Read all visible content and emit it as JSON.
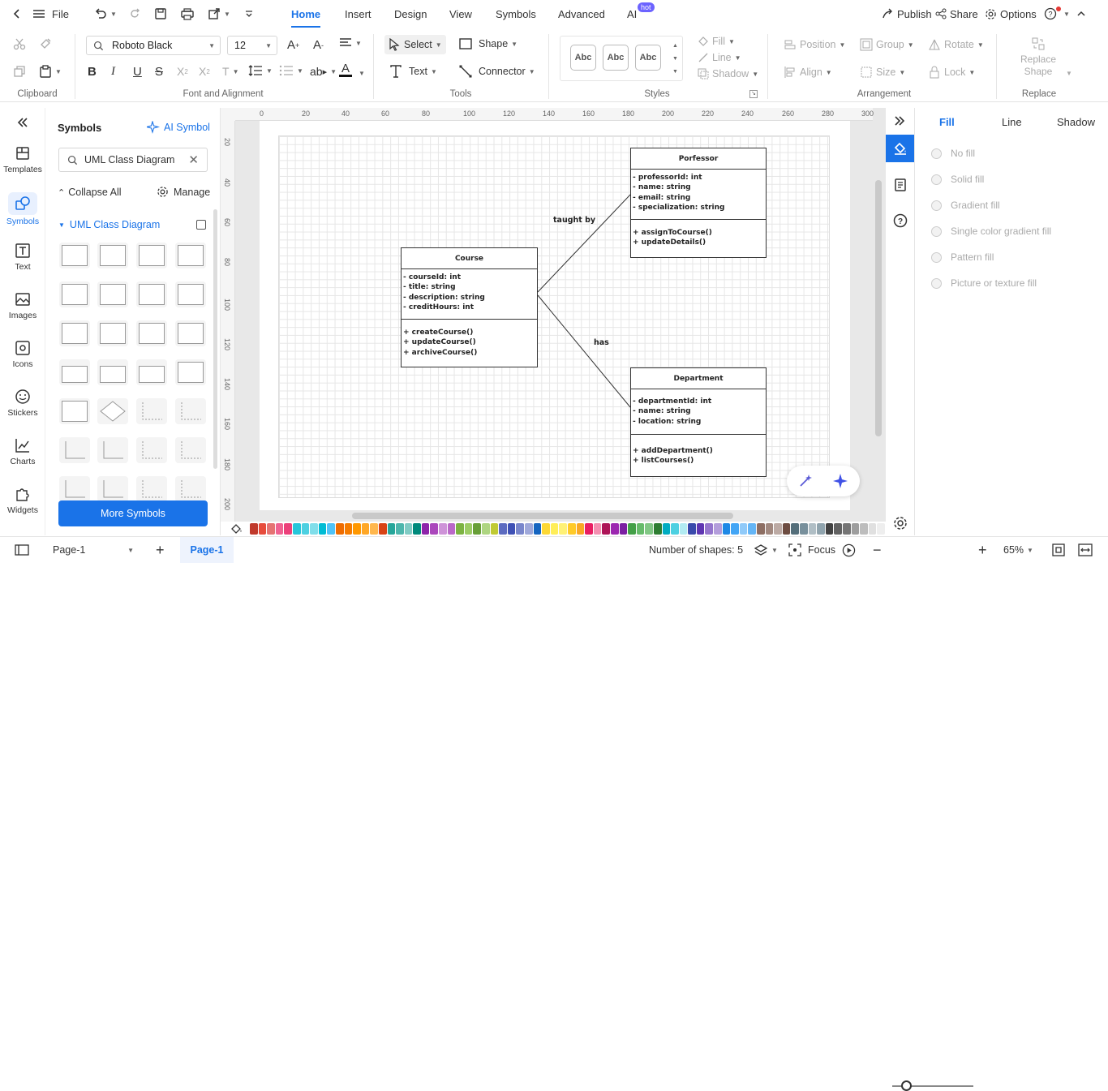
{
  "topbar": {
    "file": "File",
    "tabs": [
      "Home",
      "Insert",
      "Design",
      "View",
      "Symbols",
      "Advanced",
      "AI"
    ],
    "ai_badge": "hot",
    "publish": "Publish",
    "share": "Share",
    "options": "Options"
  },
  "ribbon": {
    "font_name": "Roboto Black",
    "font_size": "12",
    "select": "Select",
    "shape": "Shape",
    "text": "Text",
    "connector": "Connector",
    "style_sample": "Abc",
    "fill": "Fill",
    "line": "Line",
    "shadow": "Shadow",
    "position": "Position",
    "group": "Group",
    "rotate": "Rotate",
    "align": "Align",
    "size": "Size",
    "lock": "Lock",
    "replace_shape": "Replace Shape",
    "groups": {
      "clipboard": "Clipboard",
      "font": "Font and Alignment",
      "tools": "Tools",
      "styles": "Styles",
      "arrangement": "Arrangement",
      "replace": "Replace"
    }
  },
  "leftnav": [
    "Templates",
    "Symbols",
    "Text",
    "Images",
    "Icons",
    "Stickers",
    "Charts",
    "Widgets"
  ],
  "symbols": {
    "title": "Symbols",
    "ai_symbol": "AI Symbol",
    "search_value": "UML Class Diagram",
    "collapse_all": "Collapse All",
    "manage": "Manage",
    "library": "UML Class Diagram",
    "more": "More Symbols"
  },
  "ruler": {
    "top": [
      "0",
      "20",
      "40",
      "60",
      "80",
      "100",
      "120",
      "140",
      "160",
      "180",
      "200",
      "220",
      "240",
      "260",
      "280",
      "300"
    ],
    "left": [
      "20",
      "40",
      "60",
      "80",
      "100",
      "120",
      "140",
      "160",
      "180",
      "200"
    ]
  },
  "diagram": {
    "course": {
      "name": "Course",
      "attrs": [
        "- courseId: int",
        "- title: string",
        "- description: string",
        "- creditHours: int"
      ],
      "ops": [
        "+ createCourse()",
        "+ updateCourse()",
        "+ archiveCourse()"
      ]
    },
    "professor": {
      "name": "Porfessor",
      "attrs": [
        "- professorId: int",
        "- name: string",
        "- email: string",
        "- specialization: string"
      ],
      "ops": [
        "+ assignToCourse()",
        "+ updateDetails()"
      ]
    },
    "department": {
      "name": "Department",
      "attrs": [
        "- departmentId: int",
        "- name: string",
        "- location: string"
      ],
      "ops": [
        "+ addDepartment()",
        "+ listCourses()"
      ]
    },
    "label_taught_by": "taught by",
    "label_has": "has"
  },
  "rightpanel": {
    "tabs": [
      "Fill",
      "Line",
      "Shadow"
    ],
    "fill_options": [
      "No fill",
      "Solid fill",
      "Gradient fill",
      "Single color gradient fill",
      "Pattern fill",
      "Picture or texture fill"
    ]
  },
  "status": {
    "page_select": "Page-1",
    "page_tab": "Page-1",
    "shapes": "Number of shapes: 5",
    "focus": "Focus",
    "zoom": "65%"
  },
  "colors": {
    "accent": "#1a73e8",
    "palette": [
      "#c0392b",
      "#e74c3c",
      "#e57373",
      "#f06292",
      "#ec407a",
      "#26c6da",
      "#4dd0e1",
      "#80deea",
      "#00bcd4",
      "#4fc3f7",
      "#ef6c00",
      "#f57c00",
      "#ff9800",
      "#ffa726",
      "#ffb74d",
      "#d84315",
      "#26a69a",
      "#4db6ac",
      "#80cbc4",
      "#00897b",
      "#8e24aa",
      "#ab47bc",
      "#ce93d8",
      "#ba68c8",
      "#7cb342",
      "#9ccc65",
      "#689f38",
      "#aed581",
      "#c0ca33",
      "#5c6bc0",
      "#3f51b5",
      "#7986cb",
      "#9fa8da",
      "#1565c0",
      "#fdd835",
      "#ffee58",
      "#fff176",
      "#ffca28",
      "#f9a825",
      "#e91e63",
      "#f48fb1",
      "#ad1457",
      "#9c27b0",
      "#7b1fa2",
      "#43a047",
      "#66bb6a",
      "#81c784",
      "#2e7d32",
      "#00acc1",
      "#4dd0e1",
      "#b2ebf2",
      "#3949ab",
      "#5e35b1",
      "#9575cd",
      "#b39ddb",
      "#1e88e5",
      "#42a5f5",
      "#90caf9",
      "#64b5f6",
      "#8d6e63",
      "#a1887f",
      "#bcaaa4",
      "#6d4c41",
      "#546e7a",
      "#78909c",
      "#b0bec5",
      "#90a4ae",
      "#424242",
      "#616161",
      "#757575",
      "#9e9e9e",
      "#bdbdbd",
      "#e0e0e0",
      "#eeeeee"
    ]
  }
}
